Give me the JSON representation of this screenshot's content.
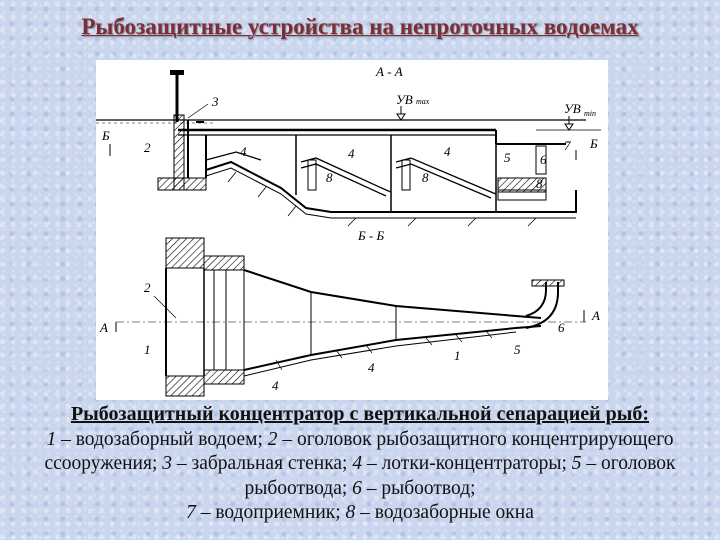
{
  "title": "Рыбозащитные устройства на непроточных водоемах",
  "figure": {
    "section_aa": "А - А",
    "section_bb": "Б - Б",
    "level_max": "УВ",
    "level_max_sub": "max",
    "level_min": "УВ",
    "level_min_sub": "min",
    "mark_b": "Б",
    "mark_a": "А",
    "num": {
      "1": "1",
      "2": "2",
      "3": "3",
      "4": "4",
      "5": "5",
      "6": "6",
      "7": "7",
      "8": "8"
    }
  },
  "caption": {
    "heading": "Рыбозащитный концентратор с вертикальной сепарацией рыб:",
    "items": [
      {
        "n": "1",
        "text": " – водозаборный водоем; "
      },
      {
        "n": "2",
        "text": " – оголовок рыбозащитного концентрирующего ссооружения; "
      },
      {
        "n": "3",
        "text": " – забральная стенка; "
      },
      {
        "n": "4",
        "text": " – лотки-концентраторы; "
      },
      {
        "n": "5",
        "text": " – оголовок рыбоотвода; "
      },
      {
        "n": "6",
        "text": " – рыбоотвод; "
      },
      {
        "n": "7",
        "text": " – водоприемник; "
      },
      {
        "n": "8",
        "text": " – водозаборные окна"
      }
    ]
  }
}
